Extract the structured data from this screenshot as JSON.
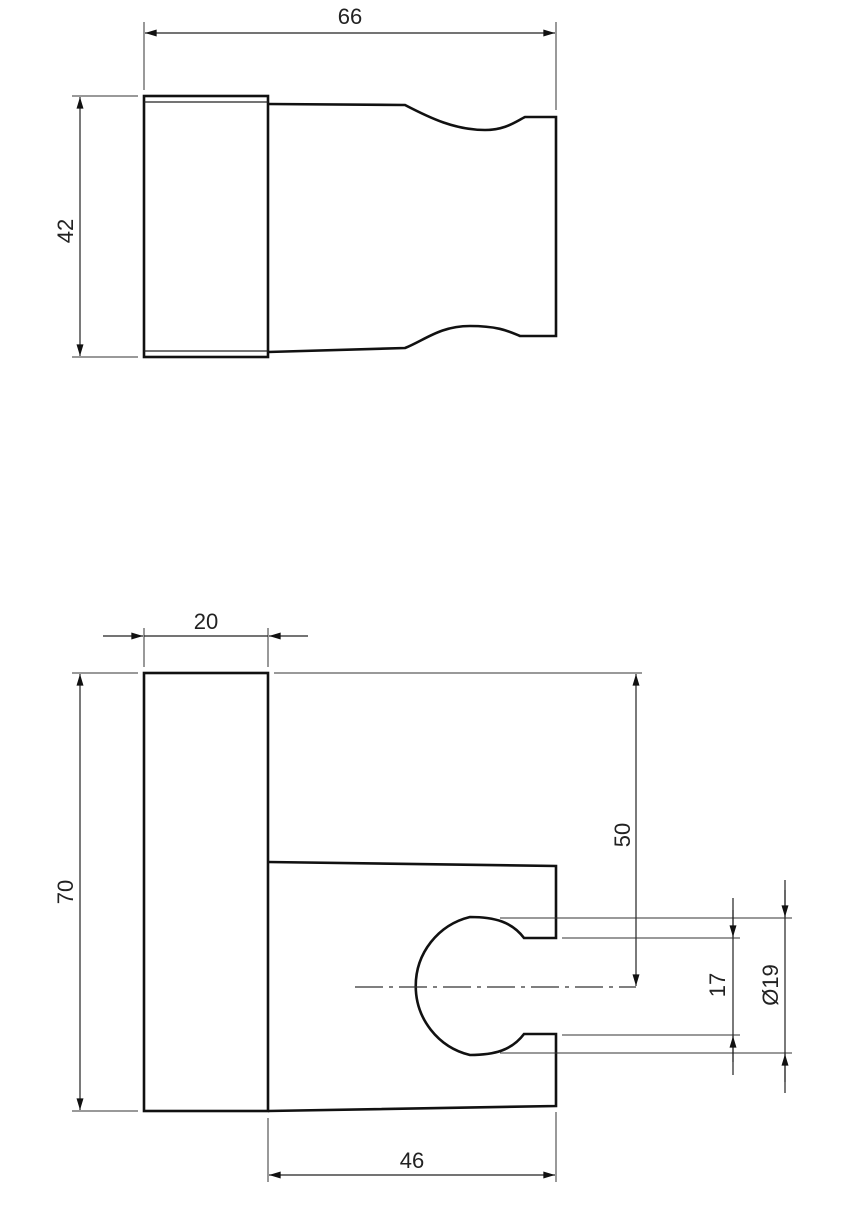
{
  "drawing": {
    "type": "technical-drawing",
    "subject": "wall-mounted hand shower holder",
    "units": "mm",
    "line_color": "#111111",
    "background": "#ffffff"
  },
  "views": [
    {
      "name": "top-view",
      "dimensions": {
        "overall_length": "66",
        "height": "42"
      }
    },
    {
      "name": "side-view",
      "dimensions": {
        "base_width": "20",
        "overall_height": "70",
        "hook_center_height": "50",
        "opening_width": "17",
        "hole_diameter": "Ø19",
        "arm_length": "46"
      }
    }
  ]
}
